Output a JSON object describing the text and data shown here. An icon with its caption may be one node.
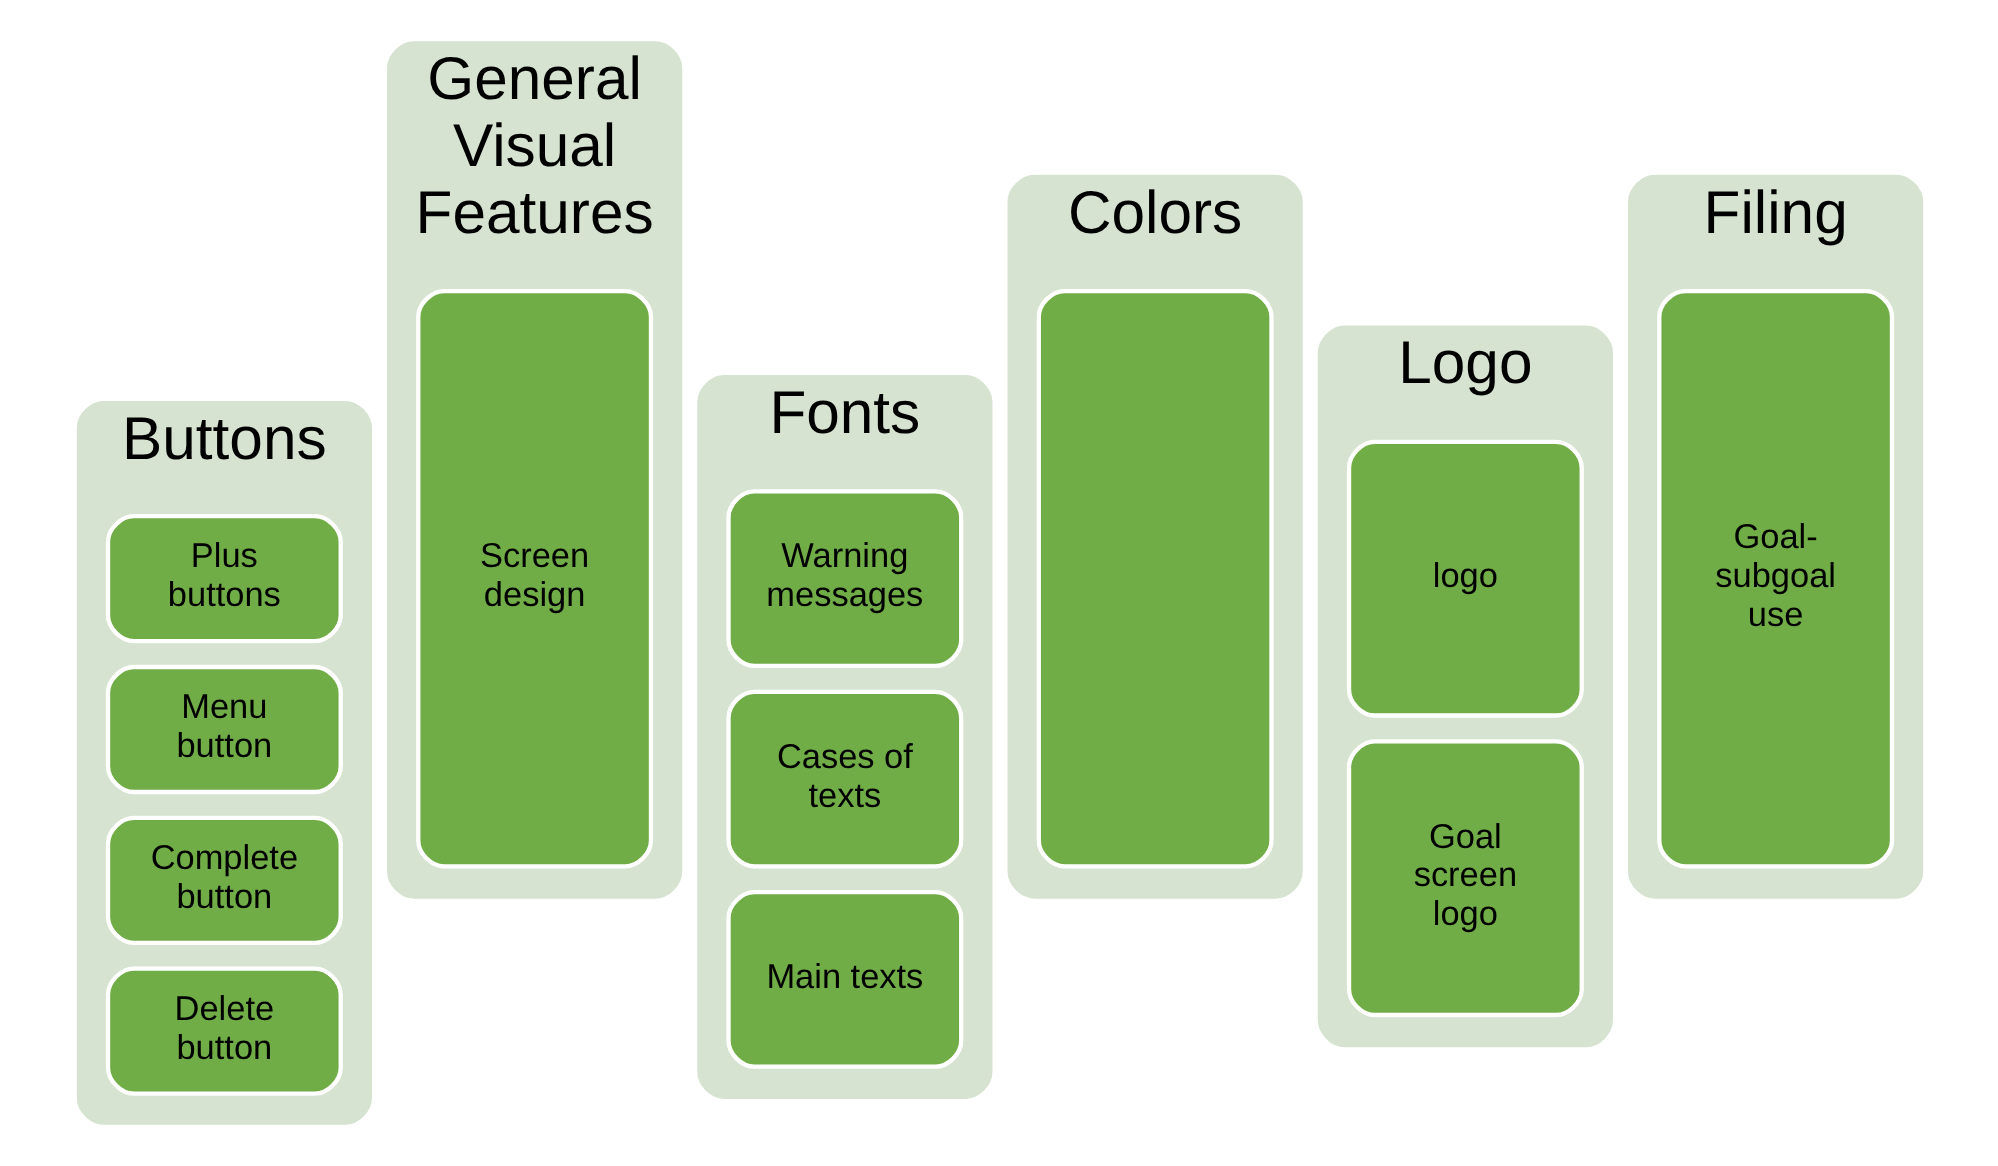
{
  "diagram": {
    "nodes": [
      {
        "text": [
          "Buttons"
        ]
      },
      {
        "text": [
          "Plus buttons"
        ],
        "in": 0
      },
      {
        "text": [
          "Menu button"
        ],
        "in": 0
      },
      {
        "text": [
          "Complete button"
        ],
        "in": 0
      },
      {
        "text": [
          "Delete button"
        ],
        "in": 0
      },
      {
        "text": [
          "General Visual Features"
        ]
      },
      {
        "text": [
          "Screen design"
        ],
        "in": 5
      },
      {
        "text": [
          "Fonts"
        ]
      },
      {
        "text": [
          "Warning messages"
        ],
        "in": 7
      },
      {
        "text": [
          "Cases of texts"
        ],
        "in": 7
      },
      {
        "text": [
          "Main texts"
        ],
        "in": 7
      },
      {
        "text": [
          "Colors"
        ]
      },
      {
        "text": [],
        "shape": "box",
        "in": 11
      },
      {
        "text": [
          "Logo"
        ]
      },
      {
        "text": [
          "logo"
        ],
        "in": 13
      },
      {
        "text": [
          "Goal screen logo"
        ],
        "in": 13
      },
      {
        "text": [
          "Filing"
        ]
      },
      {
        "text": [
          "Goal-subgoal use"
        ],
        "in": 16
      }
    ]
  }
}
